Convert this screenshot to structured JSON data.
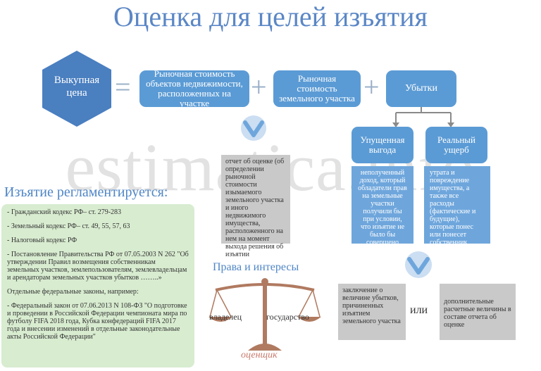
{
  "watermark": "estimatica.info",
  "title": "Оценка для целей изъятия",
  "formula": {
    "buyout": "Выкупная цена",
    "equals": "=",
    "plus": "+",
    "market_objects": "Рыночная стоимость объектов недвижимости, расположенных на участке",
    "market_land": "Рыночная стоимость земельного участка",
    "losses": "Убытки"
  },
  "losses_branches": {
    "lost_profit": {
      "label": "Упущенная выгода",
      "desc": "неполученный доход, который обладатели прав на земельные участки получили бы при условии, что изъятие не было бы совершено"
    },
    "real_damage": {
      "label": "Реальный ущерб",
      "desc": "утрата и повреждение имущества, а также все расходы (фактические и будущие), которые понес или понесет собственник земельного участка"
    }
  },
  "report_note": "отчет об оценке (об определении рыночной стоимости изымаемого земельного участка и иного недвижимого имущества, расположенного на нем на момент выхода решения об изъятии",
  "regulation": {
    "title": "Изъятие регламентируется:",
    "items": [
      "- Гражданский кодекс РФ– ст. 279-283",
      "- Земельный кодекс РФ– ст. 49, 55, 57, 63",
      "- Налоговый кодекс РФ",
      "- Постановление Правительства РФ от 07.05.2003 N 262 \"Об утверждении Правил возмещения собственникам земельных участков, землепользователям, землевладельцам и арендаторам земельных участков убытков ……..»",
      "Отдельные федеральные законы, например:",
      "- Федеральный закон от 07.06.2013 N 108-ФЗ \"О подготовке и проведении в Российской Федерации чемпионата мира по футболу FIFA 2018 года, Кубка конфедераций FIFA 2017 года и внесении изменений в отдельные законодательные акты Российской Федерации\""
    ]
  },
  "rights": {
    "title": "Права и интересы",
    "owner": "владелец",
    "state": "государство",
    "appraiser": "оценщик"
  },
  "conclusion": {
    "left": "заключение о величине убытков, причиненных изъятием земельного участка",
    "or": "или",
    "right": "дополнительные расчетные величины в составе отчета об оценке"
  },
  "colors": {
    "title": "#5b87c6",
    "box_blue": "#5b9bd5",
    "hexagon": "#4a7fc0",
    "green_panel": "#d8ecd0",
    "grey_box": "#c9c9c9",
    "scale": "#b07a60",
    "appraiser": "#c9796b"
  }
}
